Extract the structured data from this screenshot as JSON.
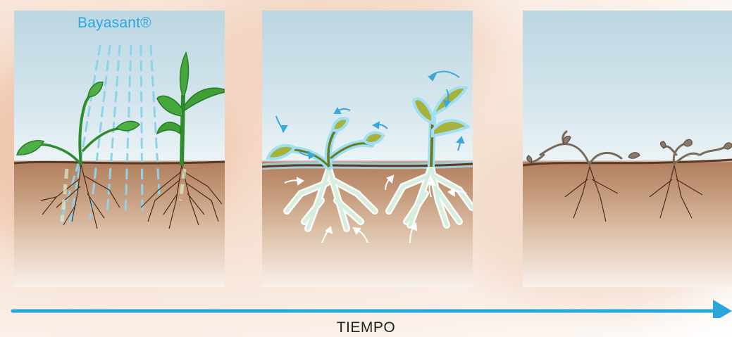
{
  "product_label": "Bayasant®",
  "axis_label": "TIEMPO",
  "colors": {
    "arrow": "#2aa6dc",
    "product_text": "#2aa6dc",
    "healthy_leaf": "#3c9a36",
    "treated_leaf": "#9aa836",
    "dead_plant": "#7a6a5a",
    "soil": "#b17f5f",
    "sky": "#bcd6e1"
  },
  "panels": [
    {
      "stage": "application",
      "icons": [
        "spray-icon",
        "seedling-icon",
        "grass-plant-icon"
      ]
    },
    {
      "stage": "absorption",
      "icons": [
        "absorption-arrow-icon",
        "yellowing-plant-icon"
      ]
    },
    {
      "stage": "dead",
      "icons": [
        "dead-plant-icon"
      ]
    }
  ]
}
